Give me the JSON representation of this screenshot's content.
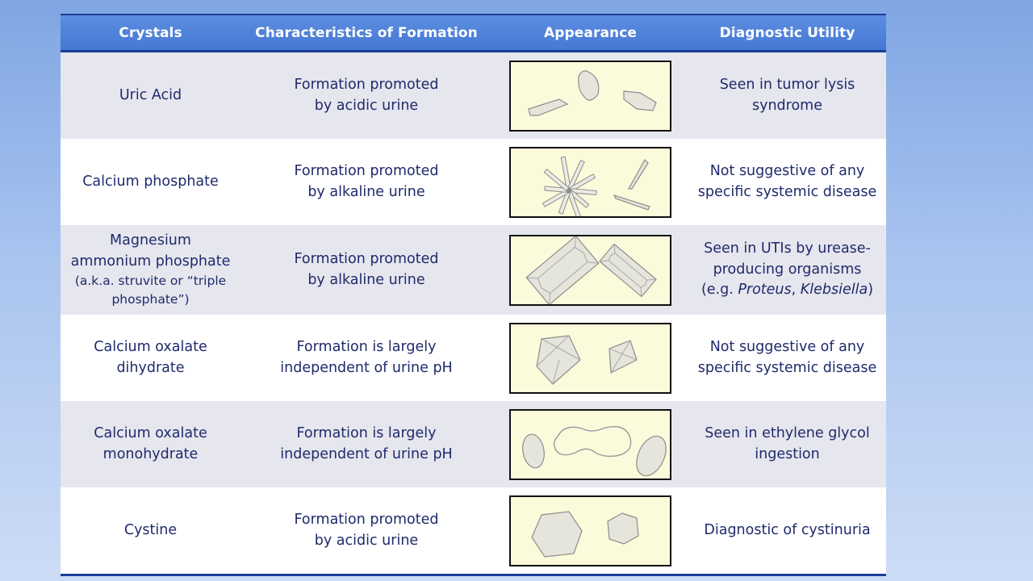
{
  "header": {
    "crystals": "Crystals",
    "formation": "Characteristics of Formation",
    "appearance": "Appearance",
    "utility": "Diagnostic Utility"
  },
  "rows": [
    {
      "name": [
        "Uric Acid"
      ],
      "formation": [
        "Formation promoted",
        "by acidic urine"
      ],
      "utility": [
        "Seen in tumor lysis",
        "syndrome"
      ],
      "image_icon": "uric-acid-crystals-icon"
    },
    {
      "name": [
        "Calcium phosphate"
      ],
      "formation": [
        "Formation promoted",
        "by alkaline urine"
      ],
      "utility": [
        "Not suggestive of any",
        "specific systemic disease"
      ],
      "image_icon": "calcium-phosphate-crystals-icon"
    },
    {
      "name": [
        "Magnesium",
        "ammonium phosphate"
      ],
      "name_note": [
        "(a.k.a. struvite or “triple",
        "phosphate”)"
      ],
      "formation": [
        "Formation promoted",
        "by alkaline urine"
      ],
      "utility": [
        "Seen in UTIs by urease-",
        "producing organisms"
      ],
      "utility_example": {
        "prefix": "(e.g. ",
        "organism1": "Proteus",
        "separator": ", ",
        "organism2": "Klebsiella",
        "suffix": ")"
      },
      "image_icon": "struvite-crystals-icon"
    },
    {
      "name": [
        "Calcium oxalate",
        "dihydrate"
      ],
      "formation": [
        "Formation is largely",
        "independent of urine pH"
      ],
      "utility": [
        "Not suggestive of any",
        "specific systemic disease"
      ],
      "image_icon": "calcium-oxalate-dihydrate-crystals-icon"
    },
    {
      "name": [
        "Calcium oxalate",
        "monohydrate"
      ],
      "formation": [
        "Formation is largely",
        "independent of urine pH"
      ],
      "utility": [
        "Seen in ethylene glycol",
        "ingestion"
      ],
      "image_icon": "calcium-oxalate-monohydrate-crystals-icon"
    },
    {
      "name": [
        "Cystine"
      ],
      "formation": [
        "Formation promoted",
        "by acidic urine"
      ],
      "utility": [
        "Diagnostic of cystinuria"
      ],
      "image_icon": "cystine-crystals-icon"
    }
  ],
  "colors": {
    "header_bg": "#4f82d8",
    "header_border": "#1c3f94",
    "row_shaded": "#e6e6ee",
    "text": "#1f2a6b",
    "image_bg": "#fbfadb"
  }
}
